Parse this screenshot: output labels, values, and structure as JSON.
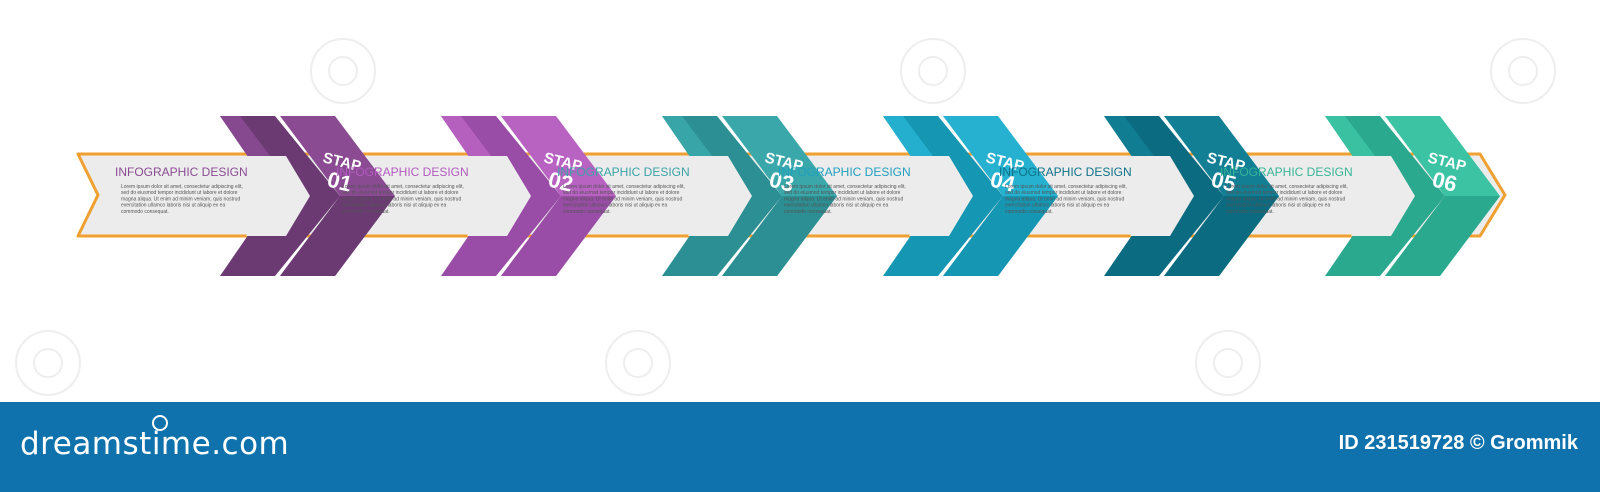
{
  "steps": [
    {
      "number": "01",
      "label": "STAP",
      "title": "INFOGRAPHIC DESIGN",
      "color_dark": "#6b3a73",
      "color_light": "#8a4b93",
      "title_color": "#8a4b93",
      "body": [
        "Lorem ipsum dolor sit amet, consectetur adipiscing elit,",
        "sed do eiusmod tempor incididunt ut labore et dolore",
        "magna aliqua. Ut enim ad minim veniam, quis nostrud",
        "exercitation ullamco laboris nisi ut aliquip ex ea",
        "commodo consequat."
      ]
    },
    {
      "number": "02",
      "label": "STAP",
      "title": "INFOGRAPHIC DESIGN",
      "color_dark": "#9a4da6",
      "color_light": "#b862c2",
      "title_color": "#b35cbf",
      "body": [
        "Lorem ipsum dolor sit amet, consectetur adipiscing elit,",
        "sed do eiusmod tempor incididunt ut labore et dolore",
        "magna aliqua. Ut enim ad minim veniam, quis nostrud",
        "exercitation ullamco laboris nisi ut aliquip ex ea",
        "commodo consequat."
      ]
    },
    {
      "number": "03",
      "label": "STAP",
      "title": "INFOGRAPHIC DESIGN",
      "color_dark": "#2b8f93",
      "color_light": "#3aa8ab",
      "title_color": "#3aa3a6",
      "body": [
        "Lorem ipsum dolor sit amet, consectetur adipiscing elit,",
        "sed do eiusmod tempor incididunt ut labore et dolore",
        "magna aliqua. Ut enim ad minim veniam, quis nostrud",
        "exercitation ullamco laboris nisi ut aliquip ex ea",
        "commodo consequat."
      ]
    },
    {
      "number": "04",
      "label": "STAP",
      "title": "INFOGRAPHIC DESIGN",
      "color_dark": "#1596b3",
      "color_light": "#25b1cf",
      "title_color": "#1f9fbe",
      "body": [
        "Lorem ipsum dolor sit amet, consectetur adipiscing elit,",
        "sed do eiusmod tempor incididunt ut labore et dolore",
        "magna aliqua. Ut enim ad minim veniam, quis nostrud",
        "exercitation ullamco laboris nisi ut aliquip ex ea",
        "commodo consequat."
      ]
    },
    {
      "number": "05",
      "label": "STAP",
      "title": "INFOGRAPHIC DESIGN",
      "color_dark": "#0b6b80",
      "color_light": "#127f95",
      "title_color": "#0f7288",
      "body": [
        "Lorem ipsum dolor sit amet, consectetur adipiscing elit,",
        "sed do eiusmod tempor incididunt ut labore et dolore",
        "magna aliqua. Ut enim ad minim veniam, quis nostrud",
        "exercitation ullamco laboris nisi ut aliquip ex ea",
        "commodo consequat."
      ]
    },
    {
      "number": "06",
      "label": "STAP",
      "title": "INFOGRAPHIC DESIGN",
      "color_dark": "#2aa98f",
      "color_light": "#3cc3a4",
      "title_color": "#36b596",
      "body": [
        "Lorem ipsum dolor sit amet, consectetur adipiscing elit,",
        "sed do eiusmod tempor incididunt ut labore et dolore",
        "magna aliqua. Ut enim ad minim veniam, quis nostrud",
        "exercitation ullamco laboris nisi ut aliquip ex ea",
        "commodo consequat."
      ]
    }
  ],
  "colors": {
    "band_fill": "#ececec",
    "band_border": "#f0a030",
    "body_text": "#555555",
    "footer_bg": "#0f72ad"
  },
  "footer": {
    "brand": "dreamstime.com",
    "credit": "ID 231519728 © Grommik"
  }
}
